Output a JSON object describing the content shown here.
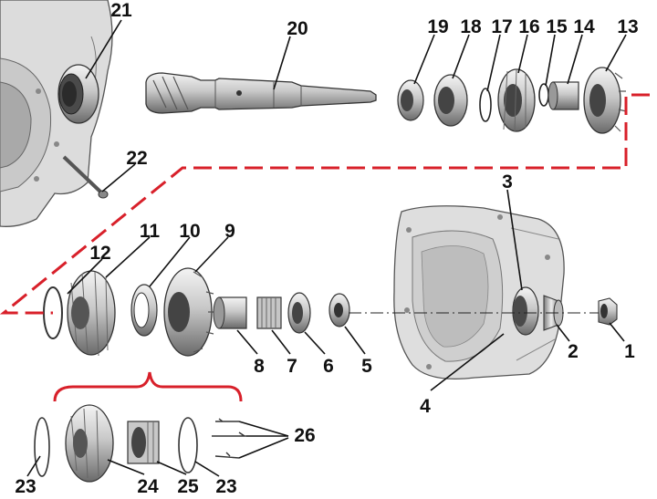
{
  "colors": {
    "dashed_path": "#d8202a",
    "callout_text": "#111111",
    "metal_light": "#e8e8e8",
    "metal_mid": "#b9b9b9",
    "metal_dark": "#6e6e6e",
    "housing": "#d9d9d9"
  },
  "callouts": [
    {
      "id": "1",
      "label": "1"
    },
    {
      "id": "2",
      "label": "2"
    },
    {
      "id": "3",
      "label": "3"
    },
    {
      "id": "4",
      "label": "4"
    },
    {
      "id": "5",
      "label": "5"
    },
    {
      "id": "6",
      "label": "6"
    },
    {
      "id": "7",
      "label": "7"
    },
    {
      "id": "8",
      "label": "8"
    },
    {
      "id": "9",
      "label": "9"
    },
    {
      "id": "10",
      "label": "10"
    },
    {
      "id": "11",
      "label": "11"
    },
    {
      "id": "12",
      "label": "12"
    },
    {
      "id": "13",
      "label": "13"
    },
    {
      "id": "14",
      "label": "14"
    },
    {
      "id": "15",
      "label": "15"
    },
    {
      "id": "16",
      "label": "16"
    },
    {
      "id": "17",
      "label": "17"
    },
    {
      "id": "18",
      "label": "18"
    },
    {
      "id": "19",
      "label": "19"
    },
    {
      "id": "20",
      "label": "20"
    },
    {
      "id": "21",
      "label": "21"
    },
    {
      "id": "22",
      "label": "22"
    },
    {
      "id": "23a",
      "label": "23"
    },
    {
      "id": "23b",
      "label": "23"
    },
    {
      "id": "24",
      "label": "24"
    },
    {
      "id": "25",
      "label": "25"
    },
    {
      "id": "26",
      "label": "26"
    }
  ]
}
